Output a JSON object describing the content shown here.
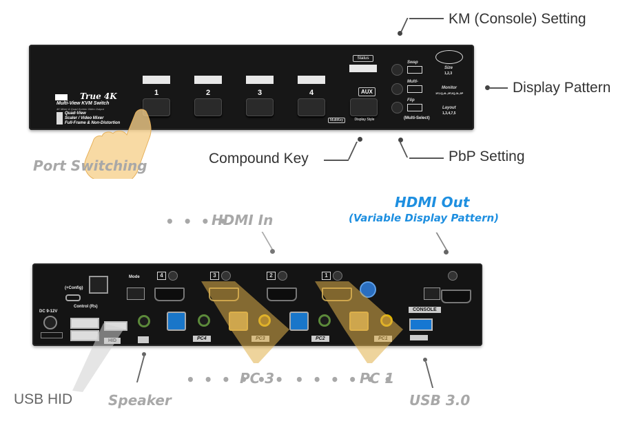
{
  "callouts": {
    "km_console_setting": "KM (Console) Setting",
    "display_pattern": "Display Pattern",
    "compound_key": "Compound Key",
    "pbp_setting": "PbP Setting",
    "port_switching": "Port Switching",
    "hdmi_in": "HDMI In",
    "hdmi_out": "HDMI Out",
    "hdmi_out_sub": "(Variable Display Pattern)",
    "usb_hid": "USB HID",
    "speaker": "Speaker",
    "pc3": "PC 3",
    "pc1": "PC 1",
    "usb30": "USB 3.0"
  },
  "front_panel": {
    "brand": "True 4K",
    "model": "Multi-View KVM Switch",
    "model_sub": "4K Mixer & Quad-Screen Video Output",
    "feature1": "Quad-View",
    "feature2": "Scaler / Video Mixer",
    "feature3": "Full-Frame & Non-Distortion",
    "ports": [
      "1",
      "2",
      "3",
      "4"
    ],
    "aux_label": "AUX",
    "status_label": "Status",
    "multikey_label": "MultiKey",
    "display_style_label": "Display Style",
    "swap_label": "Swap",
    "multi_label": "Multi-",
    "flip_label": "Flip",
    "multi_select_label": "(Multi-Select)",
    "size_label": "Size",
    "size_values": "1,2,3",
    "monitor_label": "Monitor",
    "monitor_values": "1P,1Q,4L,2P,2Q,3L,3P",
    "layout_label": "Layout",
    "layout_values": "1,3,4,7,5"
  },
  "rear_panel": {
    "dc_label": "DC 9-12V",
    "config_label": "(+Config)",
    "control_label": "Control (Rs)",
    "mode_label": "Mode",
    "pc_labels": [
      "PC4",
      "PC3",
      "PC2",
      "PC1"
    ],
    "port_badges": [
      "4",
      "3",
      "2",
      "1"
    ],
    "console_label": "CONSOLE",
    "hid_label": "HID"
  }
}
